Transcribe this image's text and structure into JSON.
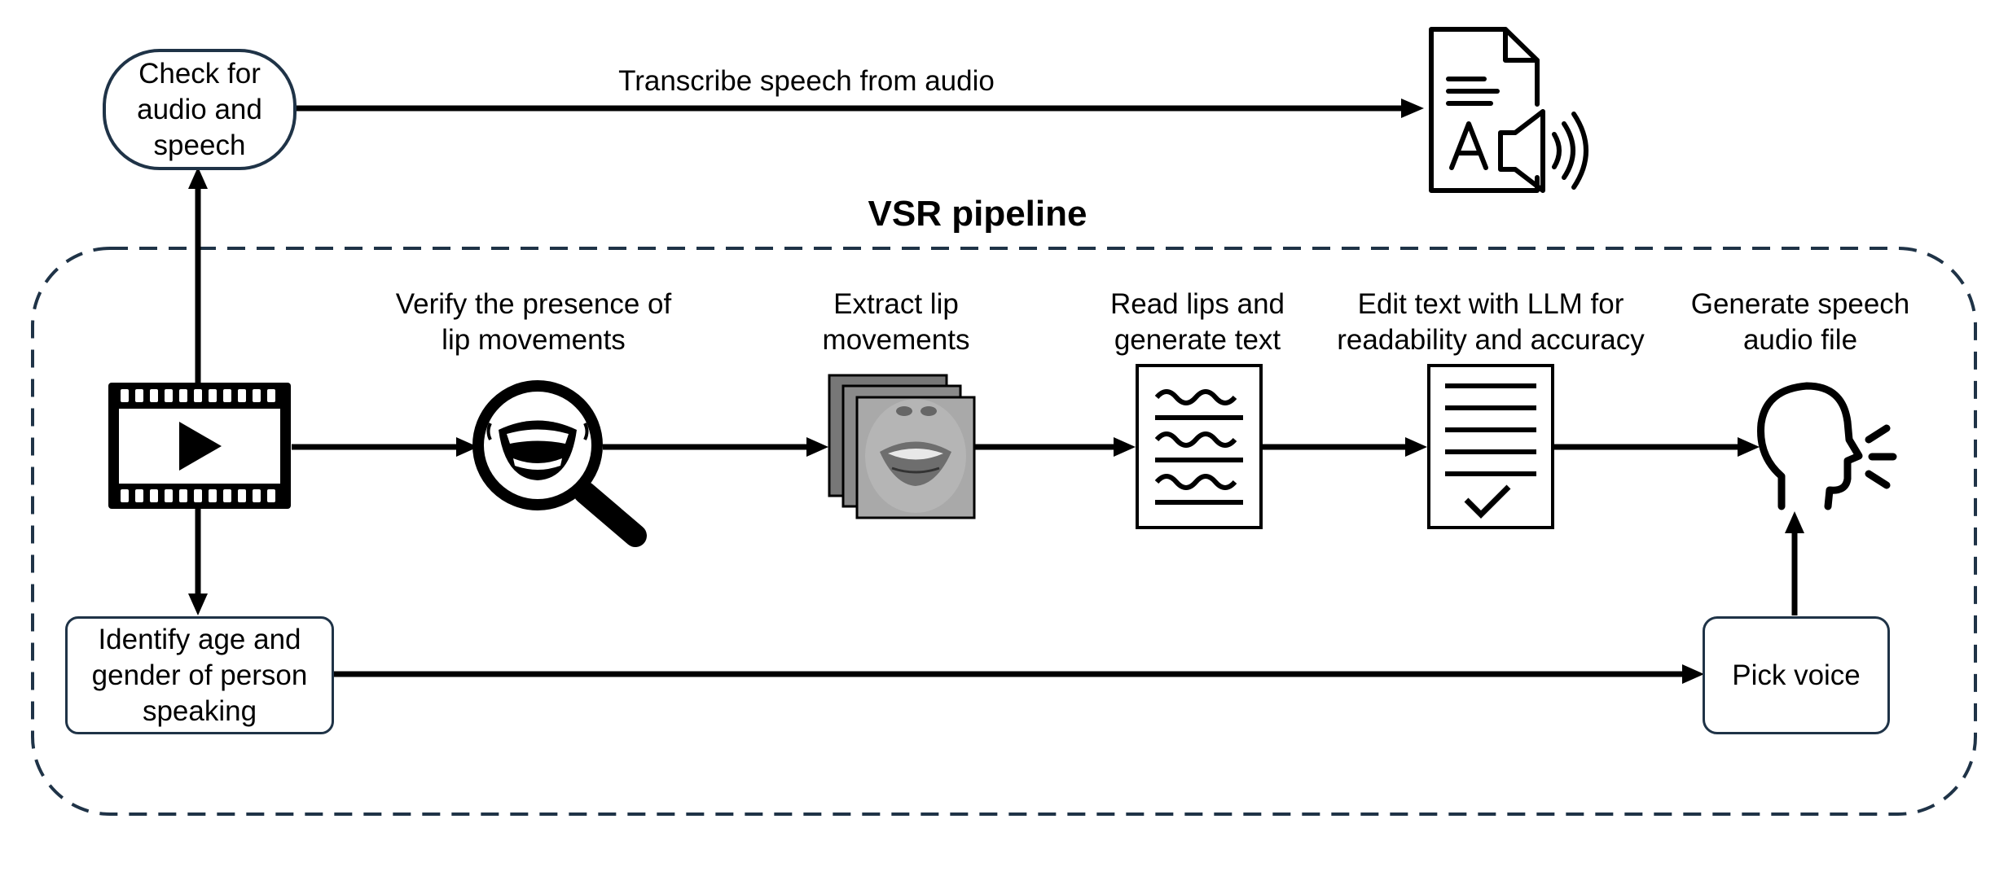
{
  "title": "VSR pipeline",
  "audio_branch": {
    "check_label": "Check for\naudio and\nspeech",
    "arrow_label": "Transcribe speech from audio",
    "icon": "audio-transcript-icon"
  },
  "steps": [
    {
      "label": "Verify the presence of\nlip movements",
      "icon": "mouth-magnifier-icon"
    },
    {
      "label": "Extract lip\nmovements",
      "icon": "lip-frames-icon"
    },
    {
      "label": "Read lips and\ngenerate text",
      "icon": "wavy-text-document-icon"
    },
    {
      "label": "Edit text with LLM for\nreadability and accuracy",
      "icon": "checked-document-icon"
    },
    {
      "label": "Generate speech\naudio file",
      "icon": "speaking-head-icon"
    }
  ],
  "video_icon": "video-film-icon",
  "identify_label": "Identify age and\ngender of person\nspeaking",
  "pick_voice_label": "Pick voice",
  "colors": {
    "stroke": "#000000",
    "dashed_border": "#1f3347",
    "box_border": "#1f3347"
  }
}
